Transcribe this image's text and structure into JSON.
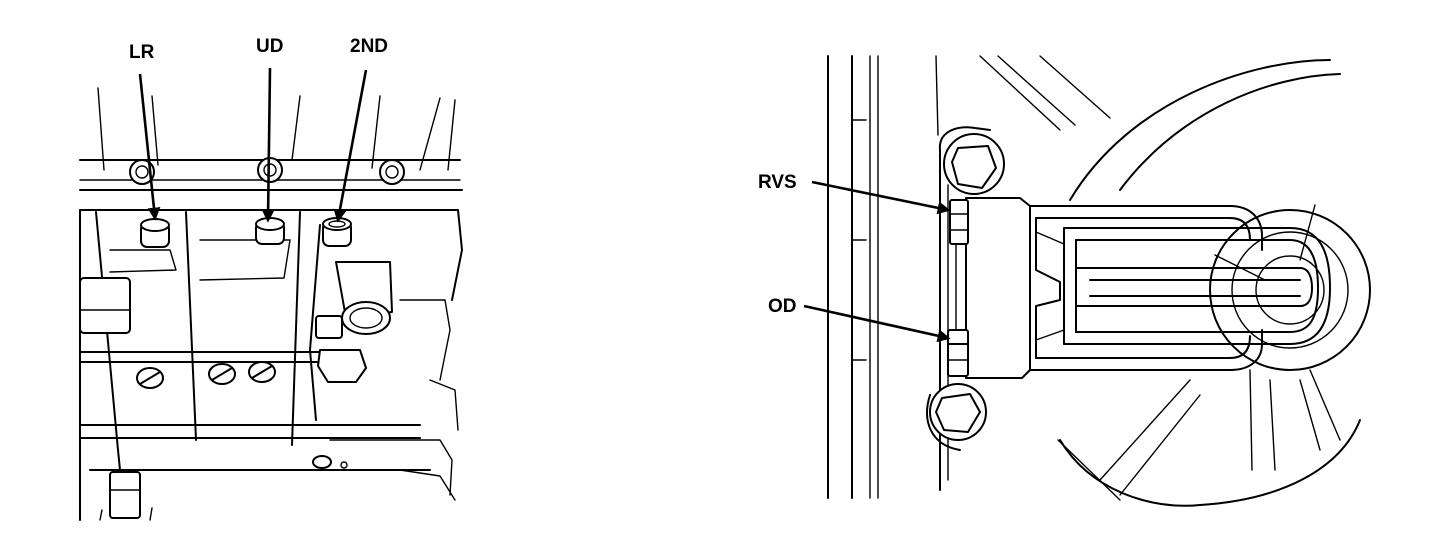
{
  "left_figure": {
    "labels": {
      "lr": "LR",
      "ud": "UD",
      "second": "2ND"
    }
  },
  "right_figure": {
    "labels": {
      "rvs": "RVS",
      "od": "OD"
    }
  },
  "colors": {
    "ink": "#000000",
    "paper": "#ffffff"
  }
}
